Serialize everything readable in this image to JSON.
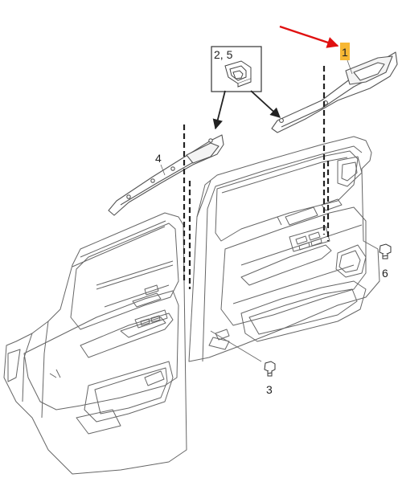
{
  "callouts": {
    "c1": "1",
    "c25": "2, 5",
    "c3": "3",
    "c4": "4",
    "c6": "6"
  },
  "colors": {
    "highlight": "#f7b733",
    "arrow": "#e01010",
    "line": "#555555"
  }
}
